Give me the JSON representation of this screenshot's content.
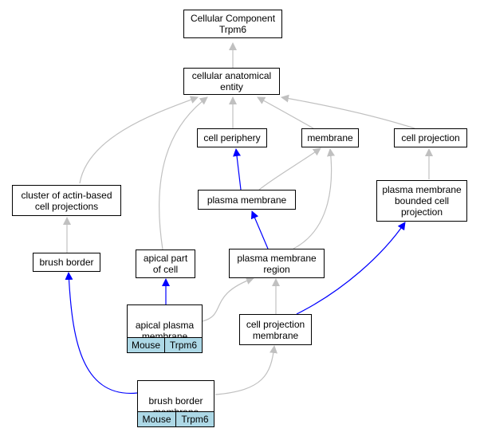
{
  "colors": {
    "is_a_edge": "#c0c0c0",
    "part_of_edge": "#0000ff",
    "annotation_fill": "#add8e6",
    "node_border": "#000000"
  },
  "nodes": {
    "cellular_component": "Cellular Component\nTrpm6",
    "cellular_anatomical_entity": "cellular anatomical\nentity",
    "cell_periphery": "cell periphery",
    "membrane": "membrane",
    "cell_projection": "cell projection",
    "cluster_actin": "cluster of actin-based\ncell projections",
    "plasma_membrane": "plasma membrane",
    "pm_bounded_cell_projection": "plasma membrane\nbounded cell\nprojection",
    "brush_border": "brush border",
    "apical_part_of_cell": "apical part\nof cell",
    "plasma_membrane_region": "plasma membrane\nregion",
    "apical_plasma_membrane": "apical plasma\nmembrane",
    "cell_projection_membrane": "cell projection\nmembrane",
    "brush_border_membrane": "brush border\nmembrane"
  },
  "annotations": {
    "apical_plasma_membrane": [
      "Mouse",
      "Trpm6"
    ],
    "brush_border_membrane": [
      "Mouse",
      "Trpm6"
    ]
  }
}
